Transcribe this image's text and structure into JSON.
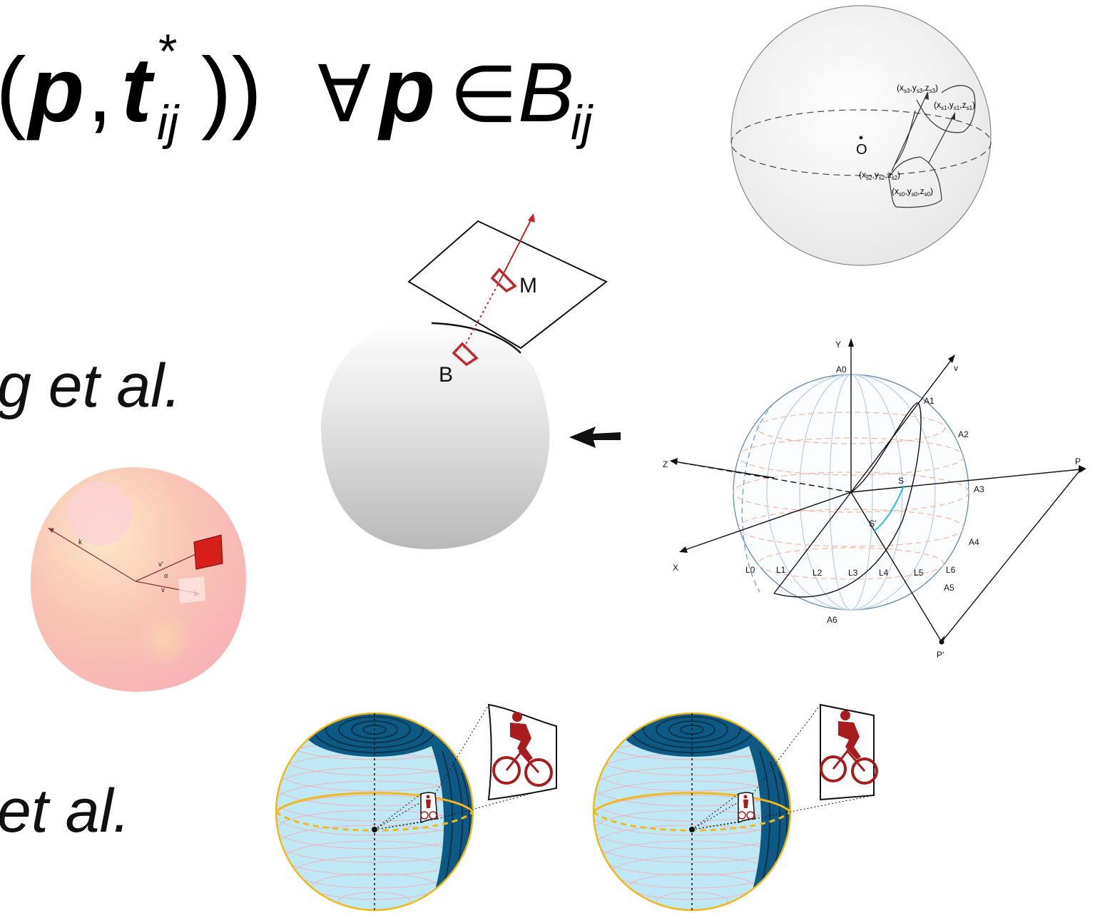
{
  "formula": {
    "tail": "(p, t",
    "star": "*",
    "sub": "ij",
    "close": "))",
    "forall": "∀",
    "p": "p",
    "in": "∈",
    "B": "B",
    "Bsub": "ij"
  },
  "slide_text": {
    "author_line_1": "g et al.",
    "author_line_2": "et al."
  },
  "figure_top_right": {
    "center_label": "O",
    "points": [
      "(x",
      "s3",
      ",y",
      "s3",
      ",z",
      "s3",
      ")"
    ],
    "p1": "(xs1,ys1,zs1)",
    "p2": "(xs2,ys2,zs2)",
    "p0": "(xs0,ys0,zs0)"
  },
  "figure_tangent_plane": {
    "label_m": "M",
    "label_b": "B"
  },
  "figure_axes_sphere": {
    "axis_y": "Y",
    "axis_v": "v",
    "axis_z": "Z",
    "axis_x": "X",
    "point_p": "P",
    "point_p_prime": "P'",
    "point_s": "S",
    "point_s_prime": "S'",
    "a_labels": [
      "A0",
      "A1",
      "A2",
      "A3",
      "A4",
      "A5",
      "A6"
    ],
    "l_labels": [
      "L0",
      "L1",
      "L2",
      "L3",
      "L4",
      "L5",
      "L6"
    ]
  },
  "figure_pink_sphere": {
    "label_k": "k",
    "label_v_prime": "v'",
    "label_alpha": "α",
    "label_v": "v"
  },
  "colors": {
    "red_marker": "#c0272d",
    "pink_sphere": "#f7b7b9",
    "light_blue_sphere": "#bfe8f5",
    "dark_blue_band": "#0f5a85",
    "yellow_equator": "#f2b81b",
    "cyclist_red": "#a81c1e"
  }
}
